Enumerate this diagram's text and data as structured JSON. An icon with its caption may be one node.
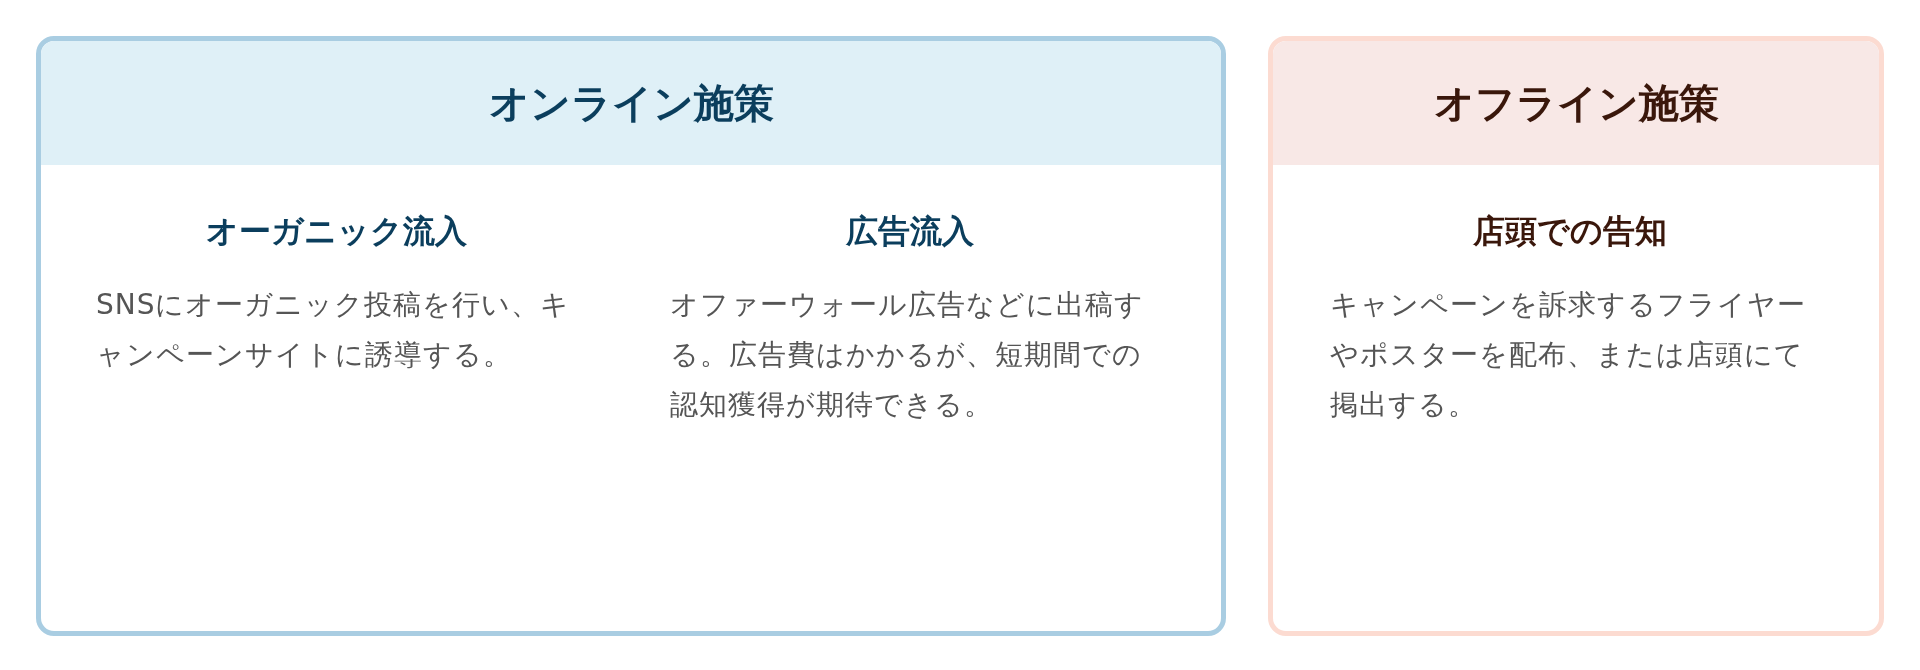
{
  "diagram": {
    "nodes": [
      {
        "text": [
          "オンライン施策"
        ]
      },
      {
        "text": [
          "オーガニック流入",
          "SNSにオーガニック投稿を行い、キャンペーンサイトに誘導する。"
        ],
        "in": 0
      },
      {
        "text": [
          "広告流入",
          "オファーウォール広告などに出稿する。広告費はかかるが、短期間での認知獲得が期待できる。"
        ],
        "in": 0
      },
      {
        "text": [
          "オフライン施策"
        ]
      },
      {
        "text": [
          "店頭での告知",
          "キャンペーンを訴求するフライヤーやポスターを配布、または店頭にて掲出する。"
        ],
        "in": 3
      }
    ]
  }
}
